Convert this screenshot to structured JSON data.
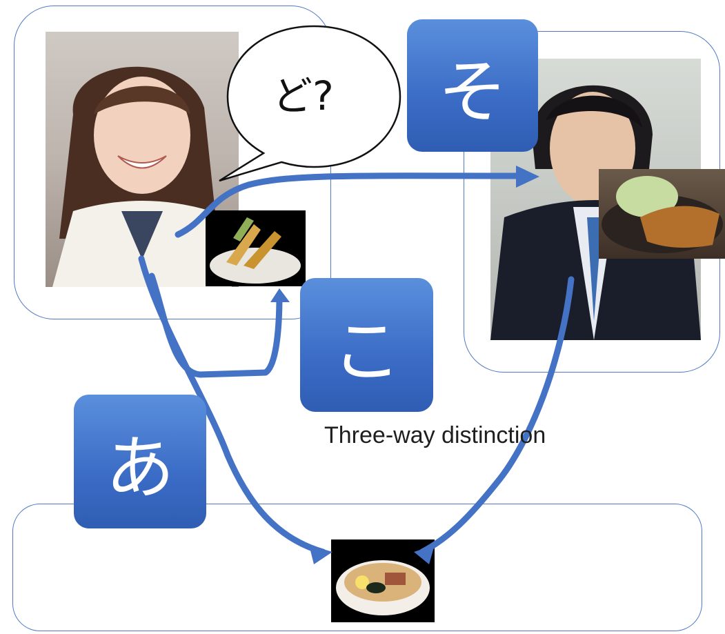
{
  "speech_bubble": {
    "text": "ど?"
  },
  "kana": {
    "so": "そ",
    "ko": "こ",
    "a": "あ"
  },
  "caption": "Three-way distinction",
  "colors": {
    "accent": "#4472c4",
    "box": "#3b6cc6",
    "panel_border": "#4f79c6"
  }
}
